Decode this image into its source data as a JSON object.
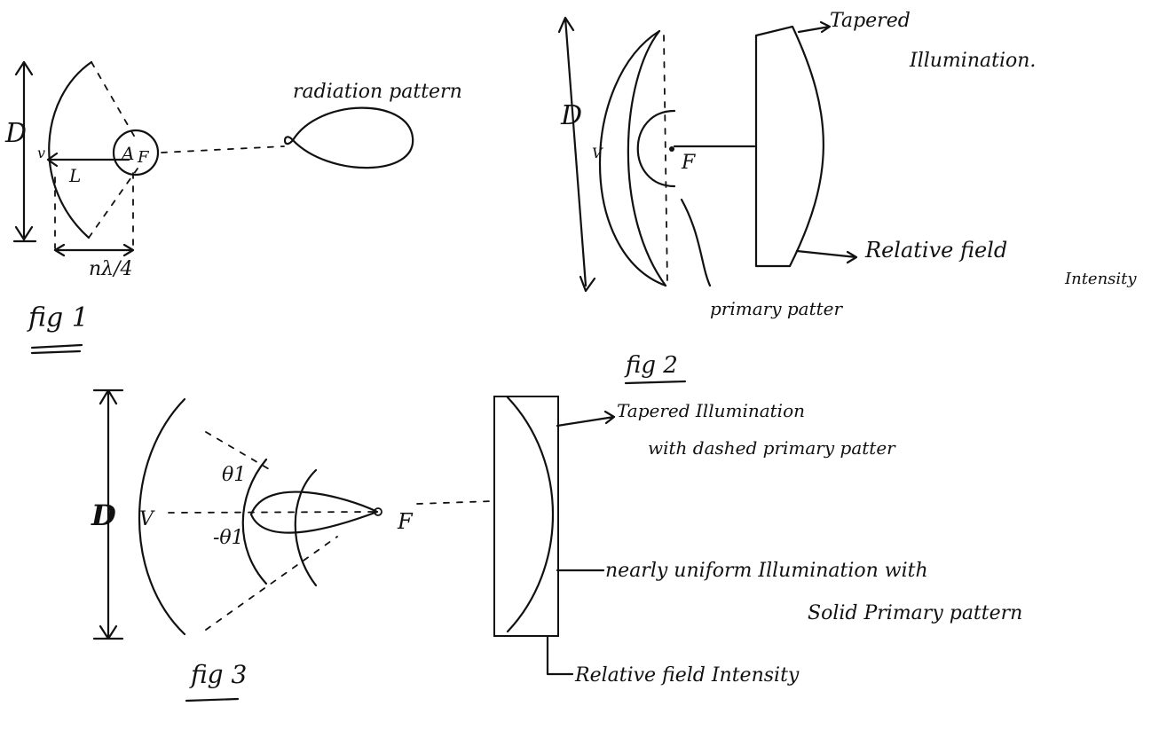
{
  "fig1": {
    "label": "fig 1",
    "dim_D": "D",
    "vertex": "v",
    "focus_A": "A",
    "focus_F": "F",
    "length_L": "L",
    "depth_label": "nλ/4",
    "radiation_label": "radiation pattern"
  },
  "fig2": {
    "label": "fig 2",
    "dim_D": "D",
    "vertex": "V",
    "focus": "F",
    "tapered_label": "Tapered",
    "illumination_label": "Illumination.",
    "relative_label": "Relative field",
    "intensity_label": "Intensity",
    "primary_label": "primary patter"
  },
  "fig3": {
    "label": "fig 3",
    "dim_D": "D",
    "vertex": "V",
    "focus": "F",
    "theta_pos": "θ1",
    "theta_neg": "-θ1",
    "tapered_line1": "Tapered Illumination",
    "tapered_line2": "with dashed primary patter",
    "uniform_line1": "nearly  uniform Illumination with",
    "uniform_line2": "Solid Primary pattern",
    "relative_label": "Relative field Intensity"
  }
}
